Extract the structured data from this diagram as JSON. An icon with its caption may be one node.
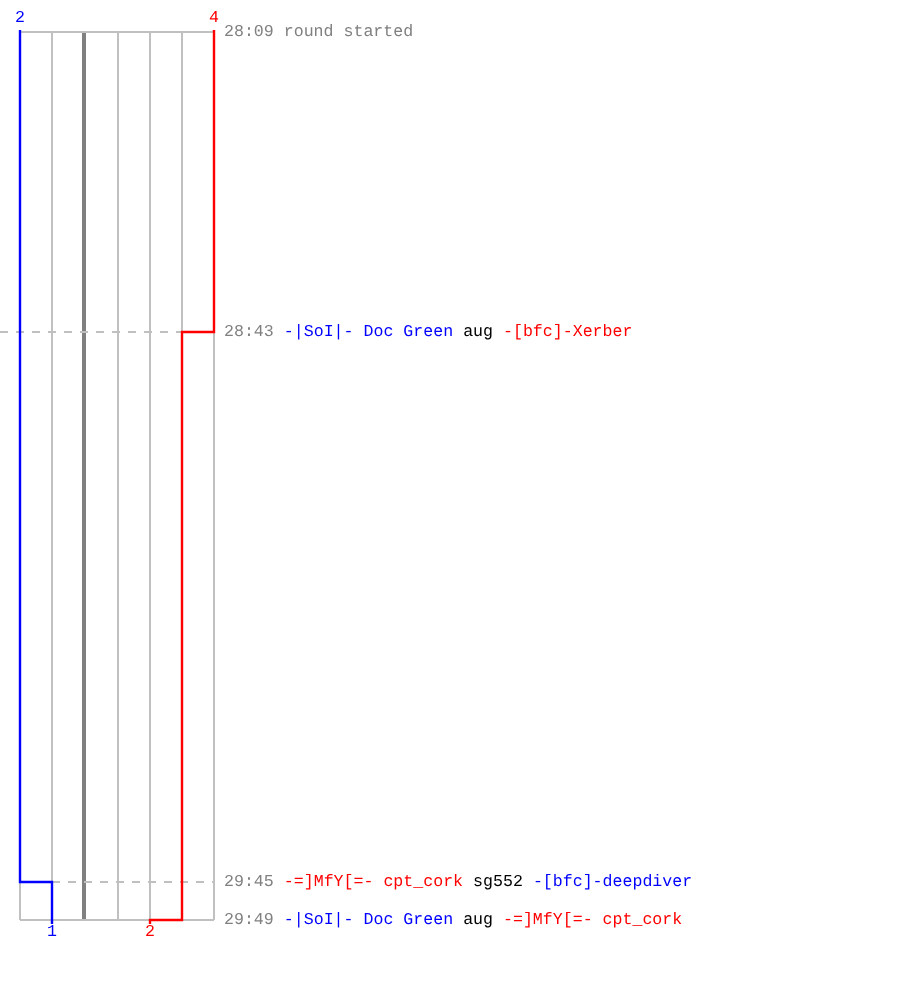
{
  "diagram": {
    "labels": [
      "2",
      "4",
      "28:09 round started",
      "28:43",
      "-|SoI|- Doc Green",
      "aug",
      "-[bfc]-Xerber",
      "29:45",
      "-=]MfY[=- cpt_cork",
      "sg552",
      "-[bfc]-deepdiver",
      "29:49",
      "-|SoI|- Doc Green",
      "aug",
      "-=]MfY[=- cpt_cork",
      "1",
      "2"
    ]
  }
}
